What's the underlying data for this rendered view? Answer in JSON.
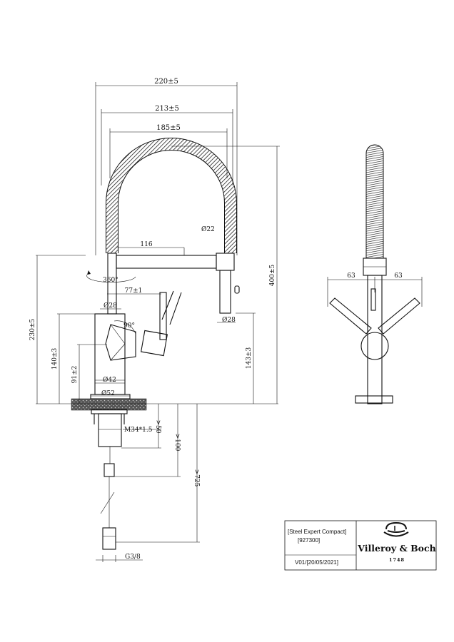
{
  "dimensions": {
    "width_total": "220±5",
    "width_hose": "213±5",
    "width_inner": "185±5",
    "hose_diameter": "Ø22",
    "spout_length": "116",
    "rotation": "360°",
    "spout_diameter": "Ø28",
    "lever_offset": "77±1",
    "lever_angle": "90°",
    "spray_diameter": "Ø28",
    "body_diameter": "Ø42",
    "base_diameter": "Ø52",
    "height_total": "400±5",
    "height_spout": "230±5",
    "height_lever": "140±3",
    "height_body": "91±2",
    "height_spray": "143±3",
    "thread": "M34*1.5",
    "depth_1": ">50",
    "depth_2": ">100",
    "hose_length": ">725",
    "connection": "G3/8",
    "side_left": "63",
    "side_right": "63"
  },
  "title_block": {
    "product_name": "[Steel Expert Compact]",
    "article_number": "[927300]",
    "version": "V01/[20/05/2021]",
    "brand_name": "Villeroy & Boch",
    "brand_year": "1748"
  }
}
